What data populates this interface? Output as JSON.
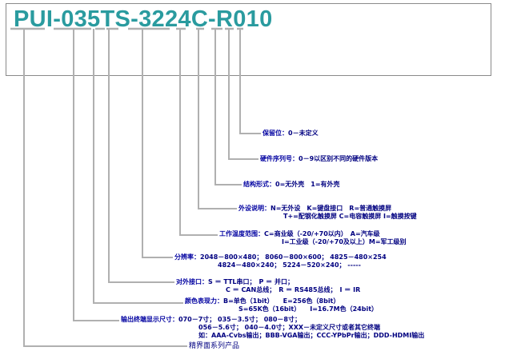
{
  "product_code": "PUI-035TS-3224C-R010",
  "labels": {
    "reserved": {
      "key": "保留位：",
      "value": "0－未定义"
    },
    "hardware_serial": {
      "key": "硬件序列号：",
      "value": "0－9以区别不同的硬件版本"
    },
    "structure": {
      "key": "结构形式：",
      "value": "0=无外壳　1=有外壳"
    },
    "peripheral": {
      "key": "外设说明：",
      "value": "N=无外设　K=键盘接口　R=普通触摸屏",
      "line2": "T+=配钢化触摸屏 C=电容触摸屏 I=触摸按键"
    },
    "temperature": {
      "key": "工作温度范围：",
      "value": "C=商业级（-20/+70以内）　A=汽车级",
      "line2": "I=工业级（-20/+70及以上）M=军工级别"
    },
    "resolution": {
      "key": "分辨率：",
      "value": "2048－800×480；  8060－800×600；  4825－480×254",
      "line2": "4824－480×240；  5224－520×240；  -----"
    },
    "interface": {
      "key": "对外接口：",
      "value": "S ＝ TTL串口；　P ＝ 并口；",
      "line2": "C ＝ CAN总线；　R ＝ RS485总线；　I ＝ IR"
    },
    "color": {
      "key": "颜色表现力：",
      "value": "B=单色（1bit）　　E=256色（8bit）",
      "line2": "S=65K色（16bit）　　I=16.7M色（24bit）"
    },
    "display_size": {
      "key": "输出终端显示尺寸：",
      "value": "070－7寸；  035－3.5寸；  080－8寸；",
      "line2": "056－5.6寸；  040－4.0寸；XXX－未定义尺寸或者其它终端",
      "line3": "如：AAA-Cvbs输出；BBB-VGA输出；CCC-YPbPr输出；DDD-HDMI输出"
    },
    "product_series": "精界面系列产品"
  }
}
